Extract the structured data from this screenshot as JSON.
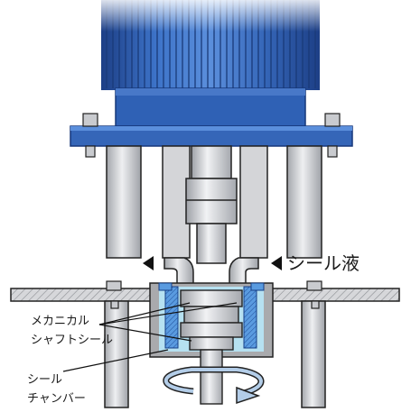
{
  "labels": {
    "seal_fluid": "シール液",
    "mechanical_line1": "メカニカル",
    "mechanical_line2": "シャフトシール",
    "chamber_line1": "シール",
    "chamber_line2": "チャンバー"
  },
  "colors": {
    "motor_blue": "#2f5fb0",
    "motor_dark": "#173a7a",
    "flange_blue": "#3566b8",
    "metal_light": "#e2e3e6",
    "metal_mid": "#c5c7cc",
    "outline": "#222222",
    "seal_blue": "#4a8fd6",
    "fluid_cyan": "#aeddef",
    "plate_gray": "#cfd0d3"
  },
  "icons": [
    "arrow-left-icon",
    "rotation-arrow-icon",
    "bolt-icon"
  ]
}
